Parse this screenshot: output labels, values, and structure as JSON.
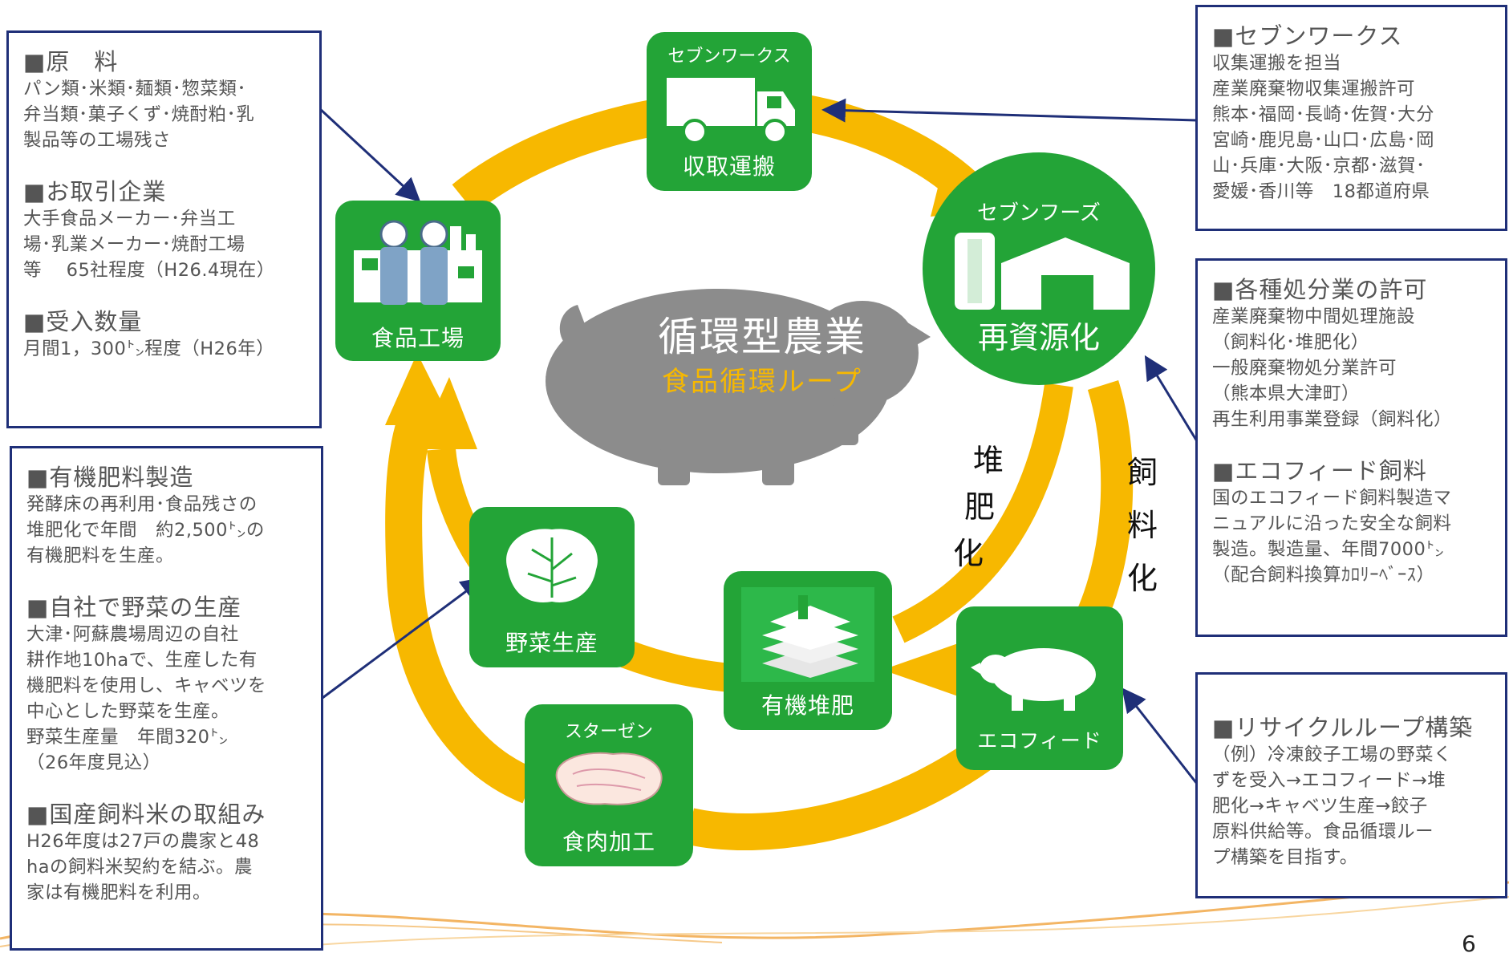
{
  "colors": {
    "green": "#23a437",
    "loop": "#f7b800",
    "frame": "#1f2f78",
    "pig": "#8c8c8c",
    "accent_text": "#f7b800"
  },
  "center": {
    "title": "循環型農業",
    "subtitle": "食品循環ループ"
  },
  "nodes": {
    "factory": {
      "label": "食品工場",
      "icon": "factory-workers-icon"
    },
    "transport": {
      "company": "セブンワークス",
      "label": "収取運搬",
      "icon": "truck-icon"
    },
    "recycle": {
      "company": "セブンフーズ",
      "label": "再資源化",
      "icon": "plant-building-icon"
    },
    "ecofeed": {
      "label": "エコフィード",
      "icon": "pig-icon"
    },
    "compost": {
      "label": "有機堆肥",
      "icon": "compost-bags-icon"
    },
    "vegetable": {
      "label": "野菜生産",
      "icon": "cabbage-icon"
    },
    "meat": {
      "company": "スターゼン",
      "label": "食肉加工",
      "icon": "meat-icon"
    }
  },
  "arc_labels": {
    "composting": [
      "堆",
      "肥",
      "化"
    ],
    "feed": [
      "飼",
      "料",
      "化"
    ]
  },
  "boxes": {
    "top_left": [
      {
        "heading": "■原　料",
        "body": "パン類･米類･麺類･惣菜類･\n弁当類･菓子くず･焼酎粕･乳\n製品等の工場残さ"
      },
      {
        "heading": "■お取引企業",
        "body": "大手食品メーカー･弁当工\n場･乳業メーカー･焼酎工場\n等　 65社程度（H26.4現在）"
      },
      {
        "heading": "■受入数量",
        "body": "月間1，300㌧程度（H26年）"
      }
    ],
    "bottom_left": [
      {
        "heading": "■有機肥料製造",
        "body": "発酵床の再利用･食品残さの\n堆肥化で年間　約2,500㌧の\n有機肥料を生産。"
      },
      {
        "heading": "■自社で野菜の生産",
        "body": "大津･阿蘇農場周辺の自社\n耕作地10haで、生産した有\n機肥料を使用し、キャベツを\n中心とした野菜を生産。\n野菜生産量　年間320㌧\n（26年度見込）"
      },
      {
        "heading": "■国産飼料米の取組み",
        "body": "H26年度は27戸の農家と48\nhaの飼料米契約を結ぶ。農\n家は有機肥料を利用。"
      }
    ],
    "top_right": [
      {
        "heading": "■セブンワークス",
        "body": "収集運搬を担当\n産業廃棄物収集運搬許可\n熊本･福岡･長崎･佐賀･大分\n宮崎･鹿児島･山口･広島･岡\n山･兵庫･大阪･京都･滋賀･\n愛媛･香川等　18都道府県"
      }
    ],
    "mid_right": [
      {
        "heading": "■各種処分業の許可",
        "body": "産業廃棄物中間処理施設\n（飼料化･堆肥化）\n一般廃棄物処分業許可\n（熊本県大津町）\n再生利用事業登録（飼料化）"
      },
      {
        "heading": "■エコフィード飼料",
        "body": "国のエコフィード飼料製造マ\nニュアルに沿った安全な飼料\n製造。製造量、年間7000㌧\n（配合飼料換算ｶﾛﾘｰﾍﾞｰｽ）"
      }
    ],
    "bottom_right": [
      {
        "heading": "■リサイクルループ構築",
        "body": "（例）冷凍餃子工場の野菜く\nずを受入→エコフィード→堆\n肥化→キャベツ生産→餃子\n原料供給等。食品循環ルー\nプ構築を目指す。"
      }
    ]
  },
  "page_number": "6"
}
